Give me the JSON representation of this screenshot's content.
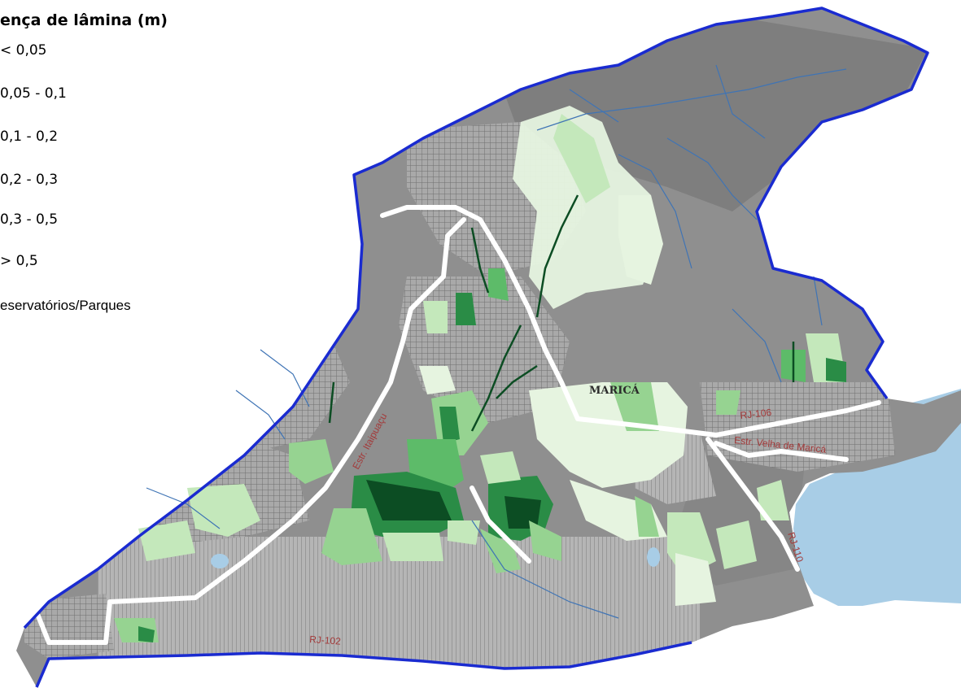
{
  "legend": {
    "title": "ença de lâmina (m)",
    "items": [
      "< 0,05",
      "0,05 - 0,1",
      "0,1 - 0,2",
      "0,2 - 0,3",
      "0,3 - 0,5",
      "> 0,5",
      "eservatórios/Parques"
    ]
  },
  "labels": {
    "city": "MARICÁ",
    "rj106": "RJ-106",
    "estr_velha": "Estr. Velha de Maricá",
    "estr_itaipuacu": "Estr. Itaipuaçu",
    "rj102": "RJ-102",
    "rj110": "RJ-110"
  },
  "colors": {
    "class_1": "#e6f4e0",
    "class_2": "#c4e8bb",
    "class_3": "#96d391",
    "class_4": "#5dbb69",
    "class_5": "#2a8c46",
    "class_6": "#0c4d23",
    "water": "#a8cde6",
    "boundary": "#1a2bd0",
    "terrain": "#8f8f8f",
    "road": "#ffffff",
    "river": "#3f74b5",
    "road_label": "#a33a3a"
  }
}
